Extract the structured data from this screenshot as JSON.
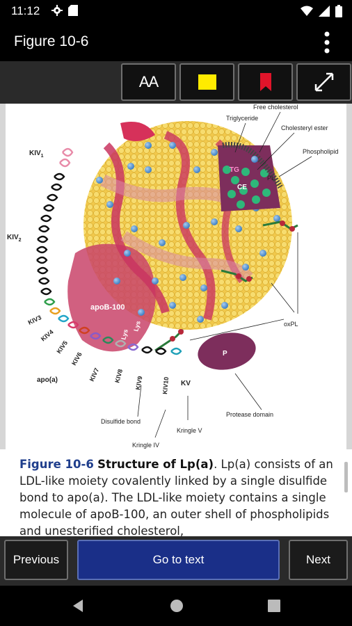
{
  "status_bar": {
    "time": "11:12"
  },
  "app_bar": {
    "title": "Figure 10-6"
  },
  "toolbar": {
    "text_size_label": "AA"
  },
  "figure": {
    "labels": {
      "free_cholesterol": "Free cholesterol",
      "triglyceride": "Triglyceride",
      "cholesteryl_ester": "Cholesteryl ester",
      "phospholipid": "Phospholipid",
      "tg": "TG",
      "ce": "CE",
      "pl": "PL",
      "apob100": "apoB-100",
      "oxpl": "oxPL",
      "lys1": "Lys",
      "lys2": "Lys",
      "p": "P",
      "protease_domain": "Protease domain",
      "kringle_v": "Kringle V",
      "kringle_iv": "Kringle IV",
      "disulfide_bond": "Disulfide bond",
      "apoa": "apo(a)",
      "kv": "KV",
      "kiv1": "KIV",
      "kiv1_sub": "1",
      "kiv2": "KIV",
      "kiv2_sub": "2",
      "kiv3": "KIV3",
      "kiv4": "KIV4",
      "kiv5": "KIV5",
      "kiv6": "KIV6",
      "kiv7": "KIV7",
      "kiv8": "KIV8",
      "kiv9": "KIV9",
      "kiv10": "KIV10"
    }
  },
  "caption": {
    "label": "Figure 10-6",
    "title": "Structure of Lp(a)",
    "body": ". Lp(a) consists of an LDL-like moiety covalently linked by a single disulfide bond to apo(a). The LDL-like moiety contains a single molecule of apoB-100, an outer shell of phospholipids and unesterified cholesterol,"
  },
  "bottom_bar": {
    "previous": "Previous",
    "go_to_text": "Go to text",
    "next": "Next"
  },
  "colors": {
    "caption_label": "#1f3e8c",
    "primary_button": "#1a2f88",
    "toolbar_bg": "#2a2a2a",
    "highlight_yellow": "#ffeb00",
    "bookmark_red": "#e0142a"
  }
}
